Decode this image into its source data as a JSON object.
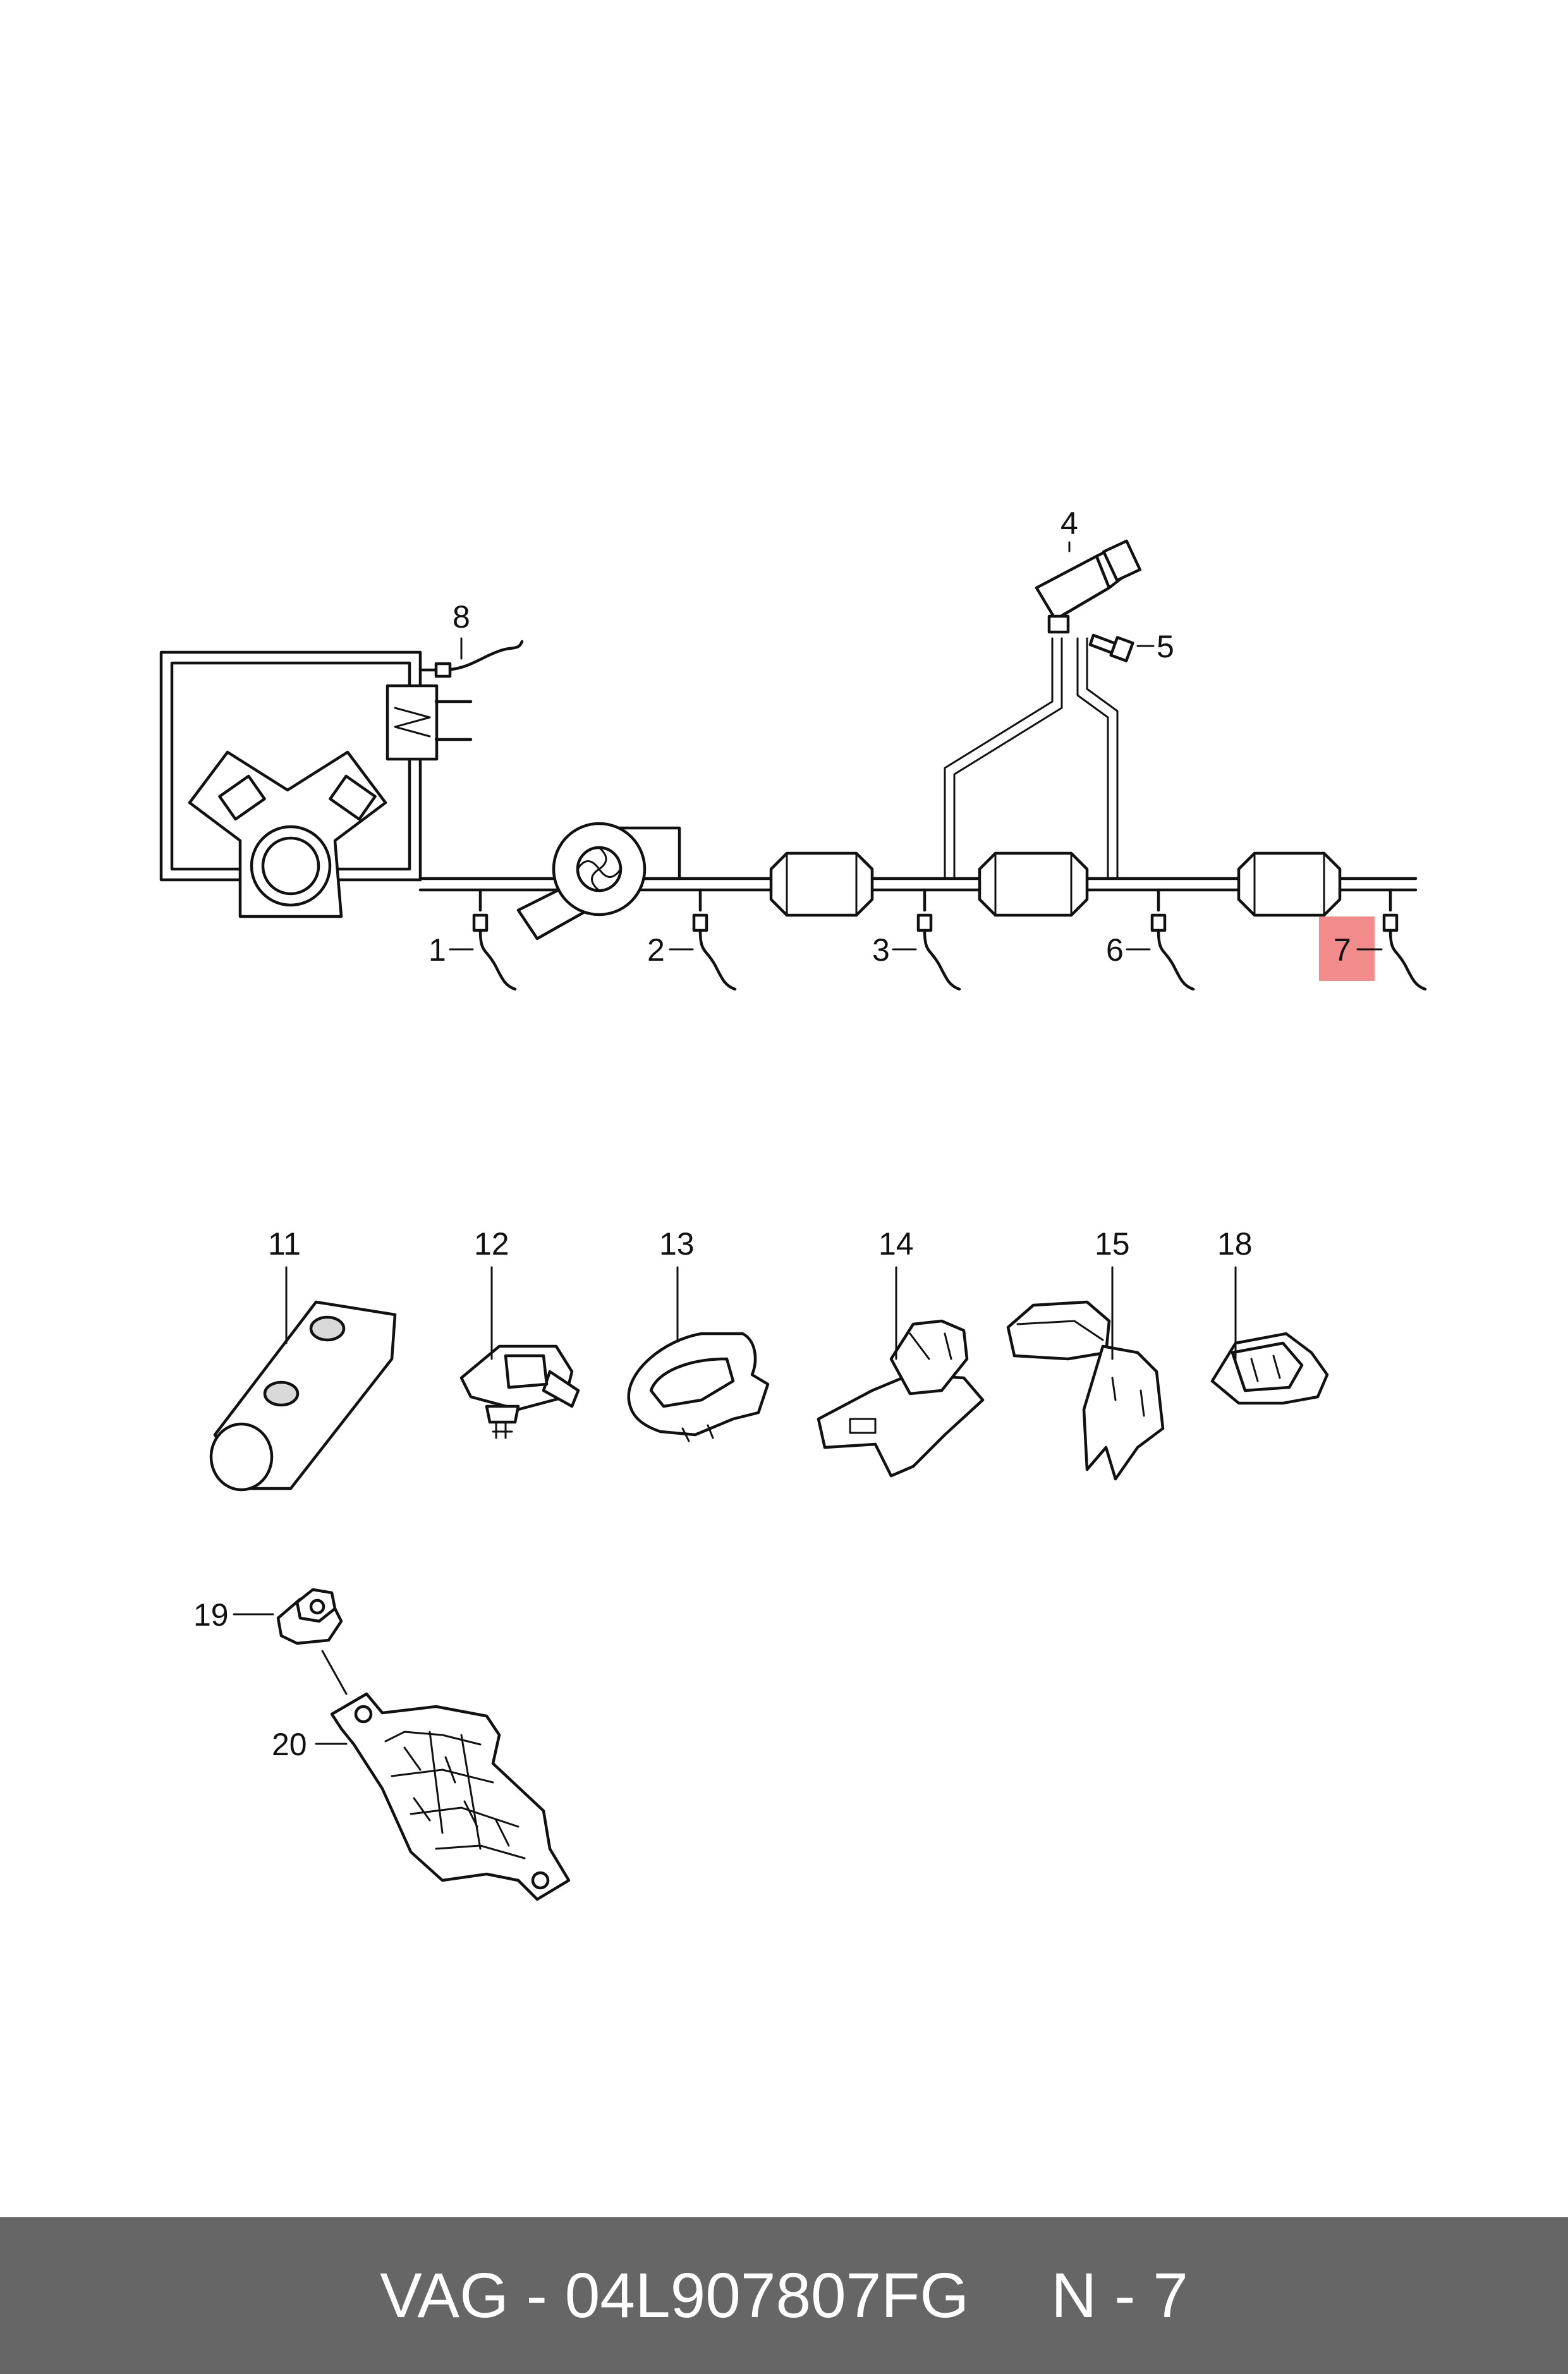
{
  "diagram": {
    "callouts": {
      "c1": "1",
      "c2": "2",
      "c3": "3",
      "c4": "4",
      "c5": "5",
      "c6": "6",
      "c7": "7",
      "c8": "8",
      "c11": "11",
      "c12": "12",
      "c13": "13",
      "c14": "14",
      "c15": "15",
      "c18": "18",
      "c19": "19",
      "c20": "20"
    },
    "highlight": {
      "callout": "7",
      "color": "#f28b8b"
    }
  },
  "footer": {
    "part_number": "VAG - 04L907807FG",
    "position": "N - 7",
    "background": "#666666"
  }
}
